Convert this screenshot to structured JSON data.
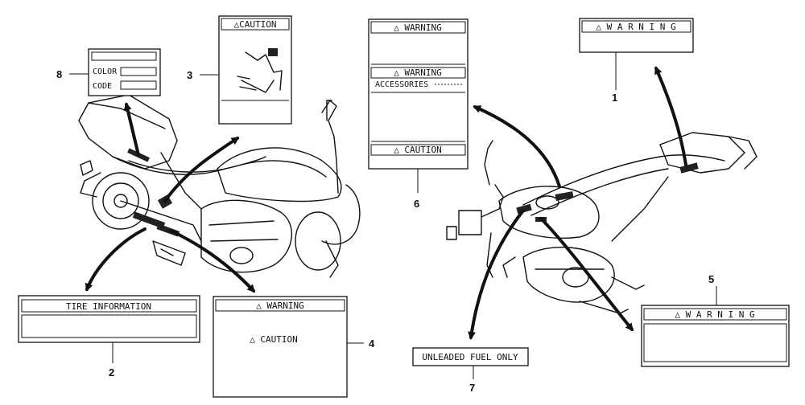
{
  "labels": {
    "label1": {
      "number": "1",
      "heading": "△ W A R N I N G"
    },
    "label2": {
      "number": "2",
      "heading": "TIRE  INFORMATION"
    },
    "label3": {
      "number": "3",
      "heading": "△CAUTION"
    },
    "label4": {
      "number": "4",
      "heading": "△   WARNING",
      "inner": "△   CAUTION"
    },
    "label5": {
      "number": "5",
      "heading": "△ W A R N I N G"
    },
    "label6": {
      "number": "6",
      "heading_top": "△ WARNING",
      "heading_mid": "△ WARNING",
      "accessories": "ACCESSORIES",
      "heading_bottom": "△ CAUTION"
    },
    "label7": {
      "number": "7",
      "text": "UNLEADED FUEL ONLY"
    },
    "label8": {
      "number": "8",
      "color": "COLOR",
      "code": "CODE"
    }
  }
}
